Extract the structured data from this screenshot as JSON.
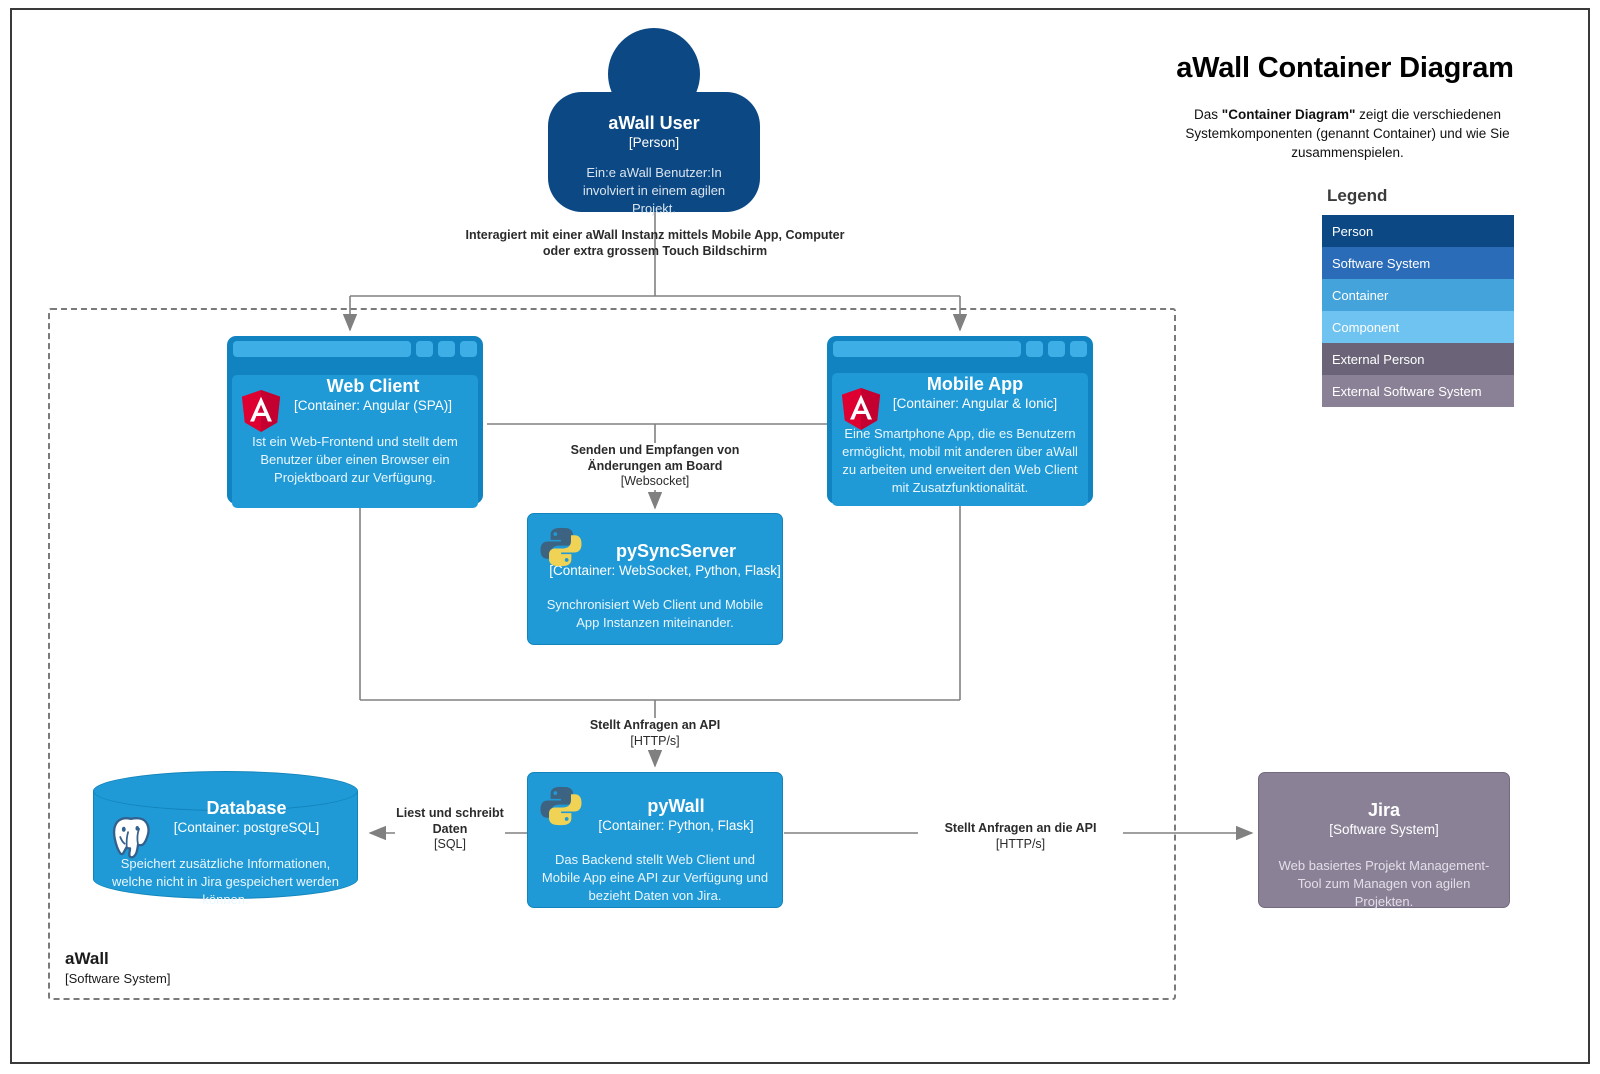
{
  "header": {
    "title": "aWall Container Diagram",
    "description_pre": "Das ",
    "description_bold": "\"Container Diagram\"",
    "description_post": " zeigt die verschiedenen Systemkomponenten (genannt Container) und wie Sie zusammenspielen."
  },
  "legend": {
    "title": "Legend",
    "items": [
      {
        "label": "Person",
        "color": "#0b4884"
      },
      {
        "label": "Software System",
        "color": "#2b6cb8"
      },
      {
        "label": "Container",
        "color": "#45a3dc"
      },
      {
        "label": "Component",
        "color": "#6fc3f0"
      },
      {
        "label": "External Person",
        "color": "#6b6478"
      },
      {
        "label": "External Software System",
        "color": "#8a8197"
      }
    ]
  },
  "boundary": {
    "name": "aWall",
    "type": "[Software System]"
  },
  "nodes": {
    "user": {
      "name": "aWall User",
      "tech": "[Person]",
      "desc": "Ein:e aWall Benutzer:In involviert in einem agilen Projekt."
    },
    "web_client": {
      "name": "Web Client",
      "tech": "[Container: Angular (SPA)]",
      "desc": "Ist ein Web-Frontend und stellt dem Benutzer über einen Browser ein Projektboard zur Verfügung.",
      "icon": "angular-icon"
    },
    "mobile_app": {
      "name": "Mobile App",
      "tech": "[Container: Angular & Ionic]",
      "desc": "Eine Smartphone App, die es Benutzern ermöglicht, mobil mit anderen über aWall zu arbeiten und erweitert den Web Client mit Zusatzfunktionalität.",
      "icon": "angular-icon"
    },
    "pysyncserver": {
      "name": "pySyncServer",
      "tech": "[Container: WebSocket, Python, Flask]",
      "desc": "Synchronisiert Web Client und Mobile App Instanzen miteinander.",
      "icon": "python-icon"
    },
    "pywall": {
      "name": "pyWall",
      "tech": "[Container: Python, Flask]",
      "desc": "Das Backend stellt Web Client und Mobile App eine API zur Verfügung und bezieht Daten von Jira.",
      "icon": "python-icon"
    },
    "database": {
      "name": "Database",
      "tech": "[Container: postgreSQL]",
      "desc": "Speichert zusätzliche Informationen, welche nicht in Jira gespeichert werden können.",
      "icon": "postgresql-elephant-icon"
    },
    "jira": {
      "name": "Jira",
      "tech": "[Software System]",
      "desc": "Web basiertes Projekt Management-Tool zum Managen von agilen Projekten."
    }
  },
  "relationships": {
    "user_to_clients": {
      "label": "Interagiert mit einer aWall Instanz mittels Mobile App, Computer oder extra grossem Touch Bildschirm",
      "tech": ""
    },
    "clients_to_syncserver": {
      "label": "Senden und Empfangen von Änderungen am Board",
      "tech": "[Websocket]"
    },
    "clients_to_pywall": {
      "label": "Stellt Anfragen an API",
      "tech": "[HTTP/s]"
    },
    "pywall_to_database": {
      "label": "Liest und schreibt Daten",
      "tech": "[SQL]"
    },
    "pywall_to_jira": {
      "label": "Stellt Anfragen an die API",
      "tech": "[HTTP/s]"
    }
  }
}
